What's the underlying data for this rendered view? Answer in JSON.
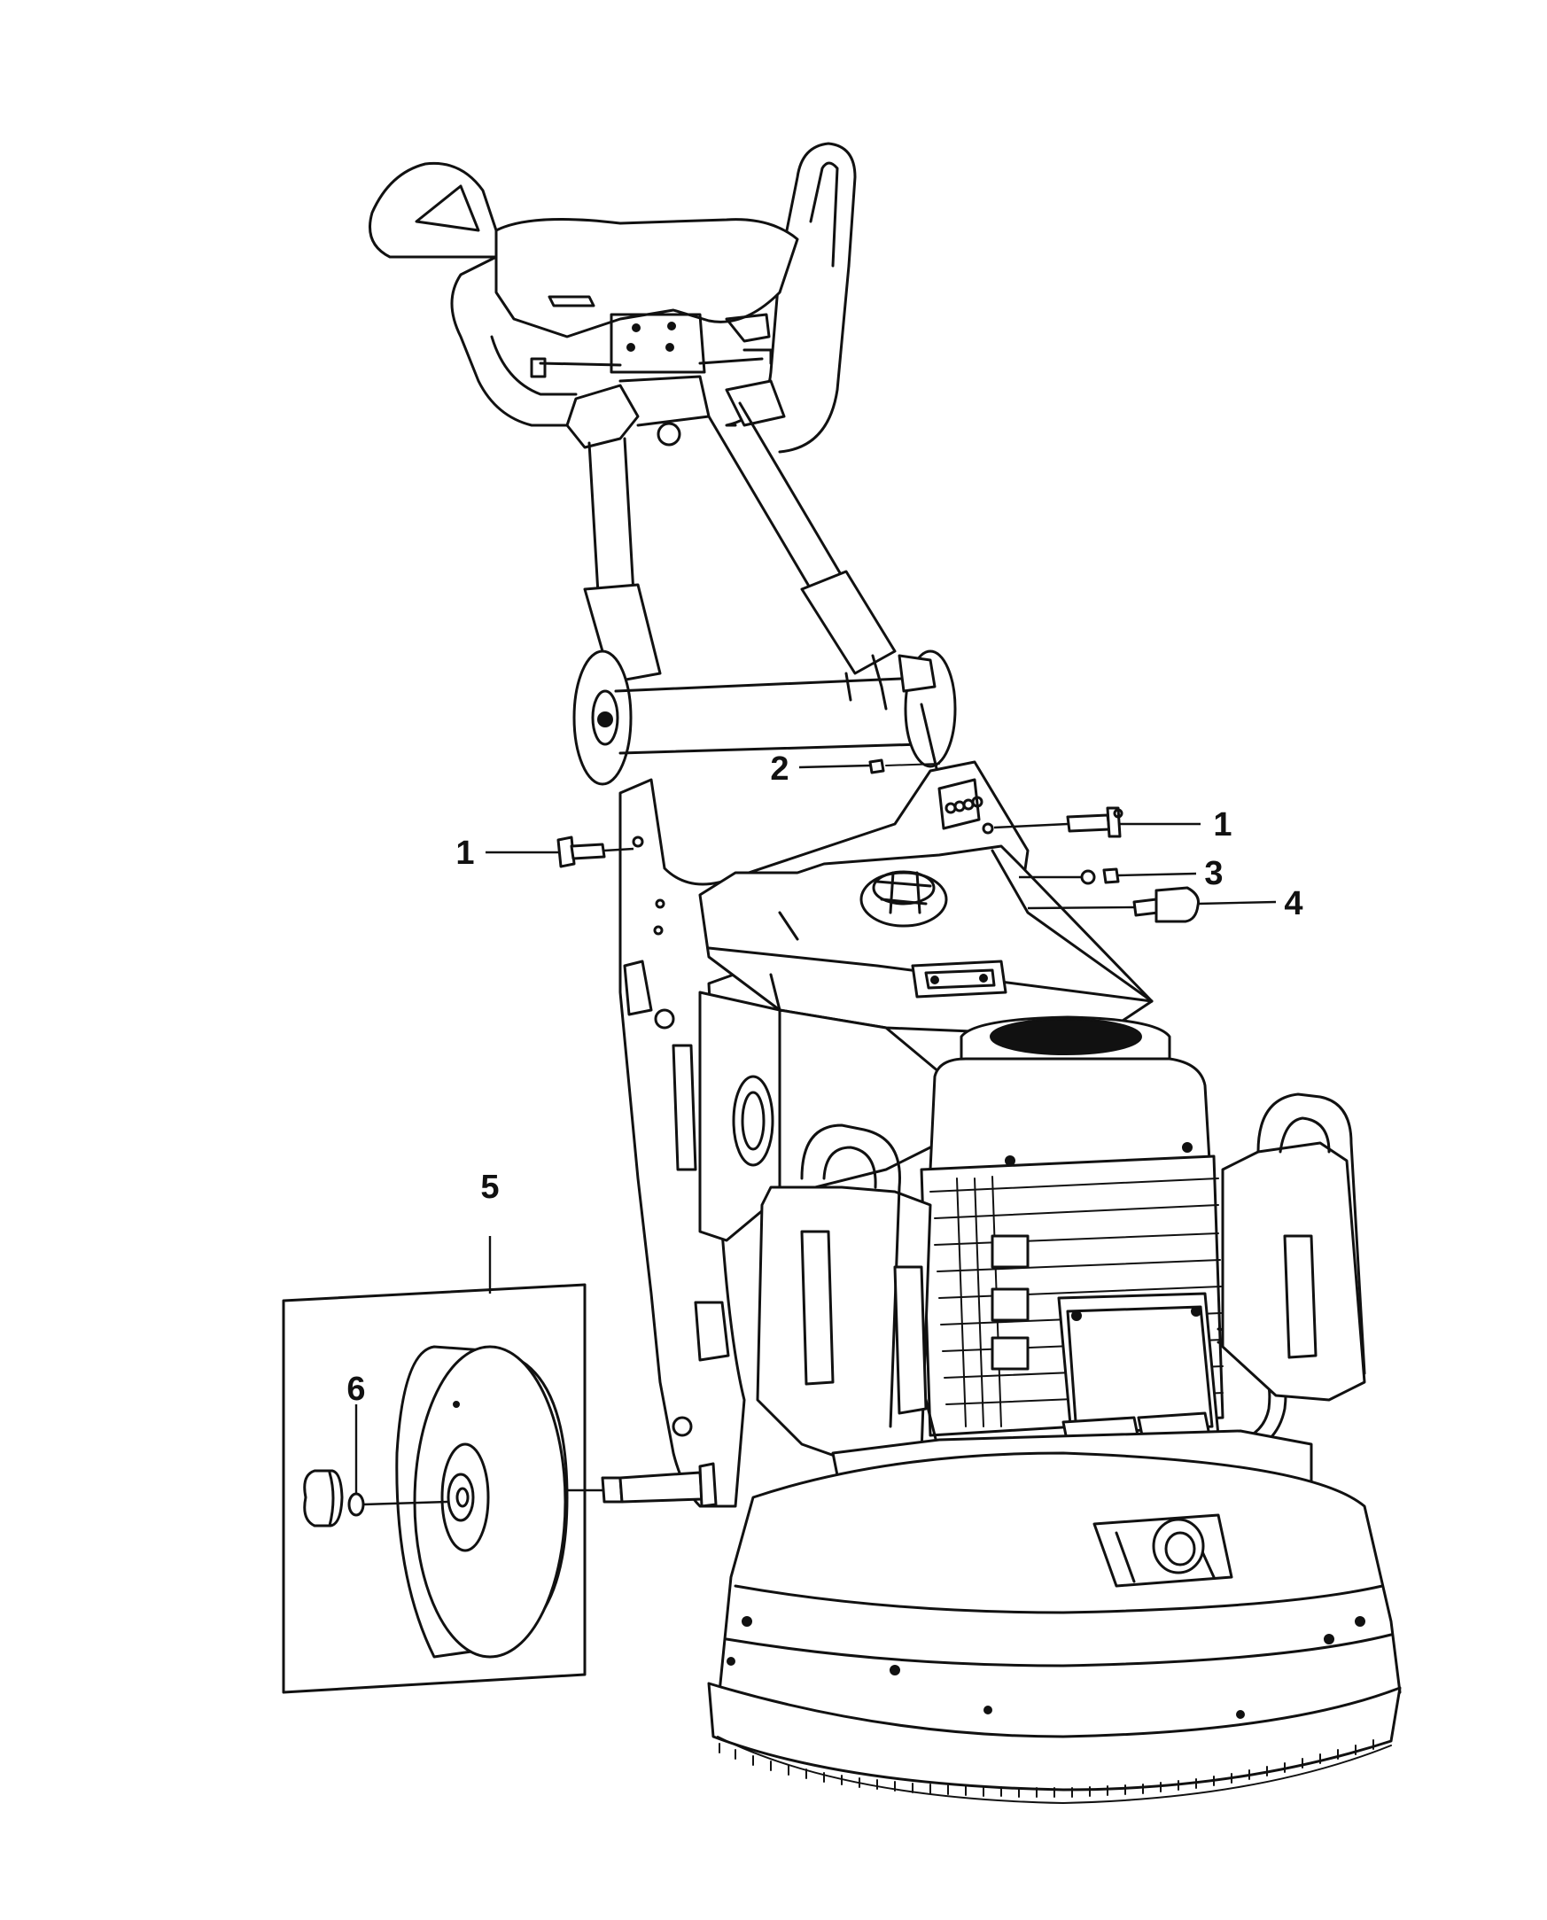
{
  "callouts": [
    {
      "id": "c1a",
      "label": "1"
    },
    {
      "id": "c1b",
      "label": "1"
    },
    {
      "id": "c2",
      "label": "2"
    },
    {
      "id": "c3",
      "label": "3"
    },
    {
      "id": "c4",
      "label": "4"
    },
    {
      "id": "c5",
      "label": "5"
    },
    {
      "id": "c6",
      "label": "6"
    }
  ]
}
